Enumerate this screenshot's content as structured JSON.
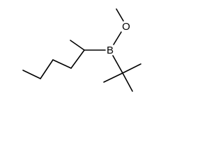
{
  "molecule": {
    "atoms": {
      "boron": "B",
      "oxygen": "O"
    },
    "groups": [
      "methoxy",
      "tert-butyl",
      "hexan-2-yl"
    ]
  },
  "colors": {
    "bond": "#000000",
    "background": "#ffffff"
  }
}
